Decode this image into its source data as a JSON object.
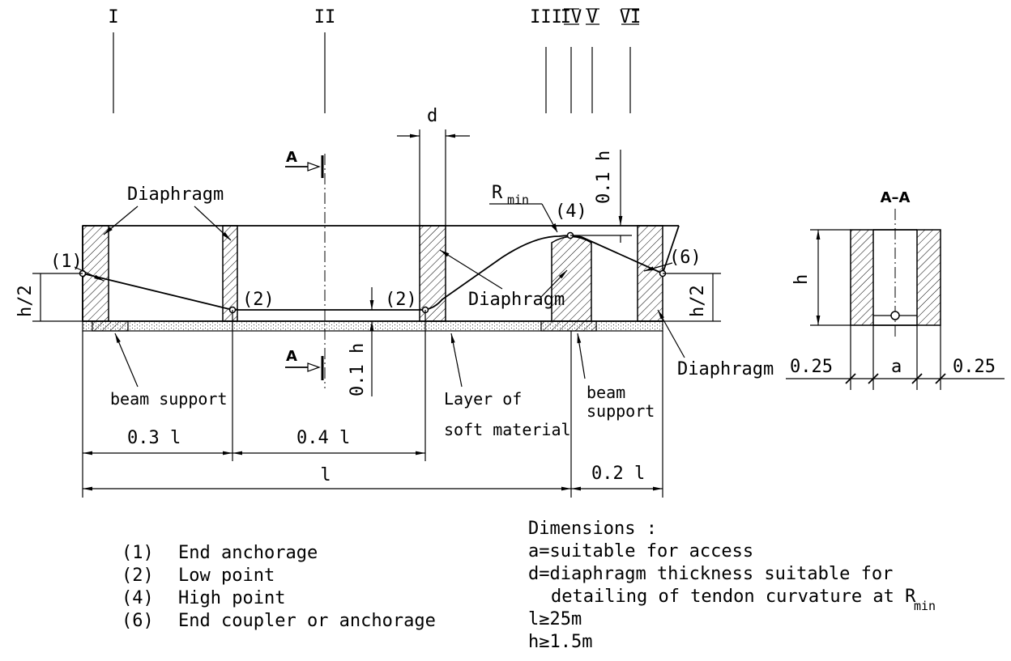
{
  "section_marks": {
    "I": "I",
    "II": "II",
    "III": "III",
    "IV": "IV",
    "V": "V",
    "VI": "VI"
  },
  "labels": {
    "d": "d",
    "A_top": "A",
    "A_bottom": "A",
    "r_min_R": "R",
    "r_min_sub": "min",
    "point_1": "(1)",
    "point_2a": "(2)",
    "point_2b": "(2)",
    "point_4": "(4)",
    "point_6": "(6)",
    "diaphragm_left": "Diaphragm",
    "diaphragm_mid": "Diaphragm",
    "diaphragm_right": "Diaphragm",
    "h_half_left": "h/2",
    "h_half_right": "h/2",
    "tenth_h_top": "0.1 h",
    "tenth_h_bottom": "0.1 h",
    "beam_support_left": "beam support",
    "beam_support_right_1": "beam",
    "beam_support_right_2": "support",
    "soft_layer_1": "Layer of",
    "soft_layer_2": "soft material",
    "dim_03l": "0.3 l",
    "dim_04l": "0.4 l",
    "dim_l": "l",
    "dim_02l": "0.2 l"
  },
  "section_aa": {
    "title": "A–A",
    "h": "h",
    "left_width": "0.25",
    "a": "a",
    "right_width": "0.25"
  },
  "legend": [
    {
      "num": "(1)",
      "text": "End anchorage"
    },
    {
      "num": "(2)",
      "text": "Low point"
    },
    {
      "num": "(4)",
      "text": "High point"
    },
    {
      "num": "(6)",
      "text": "End coupler or anchorage"
    }
  ],
  "dimensions_note": {
    "title": "Dimensions :",
    "a_line": "a=suitable for access",
    "d_line_1": "d=diaphragm thickness suitable for",
    "d_line_2": "detailing of tendon curvature at R",
    "d_line_2_sub": "min",
    "l_line": "l≥25m",
    "h_line": "h≥1.5m"
  }
}
